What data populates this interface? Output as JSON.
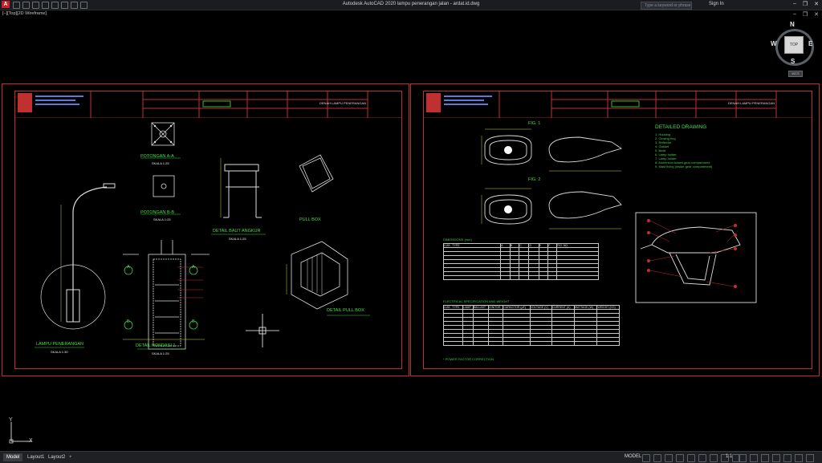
{
  "titlebar": {
    "app_letter": "A",
    "title": "Autodesk AutoCAD 2020   lampu penerangan jalan - ardat.id.dwg",
    "search_placeholder": "Type a keyword or phrase",
    "sign_in": "Sign In",
    "minimize": "–",
    "restore": "❐",
    "close": "✕",
    "doc_min": "–",
    "doc_restore": "❐",
    "doc_close": "✕"
  },
  "viewport": {
    "label": "[–][Top][2D Wireframe]"
  },
  "viewcube": {
    "top": "TOP",
    "north": "N",
    "south": "S",
    "east": "E",
    "west": "W",
    "wcs": "WCS"
  },
  "ucs": {
    "x": "X",
    "y": "Y"
  },
  "sheet_left": {
    "title_block": "DENAH LAMPU PENERANGAN",
    "labels": {
      "potongan_aa": "POTONGAN A-A",
      "skala_aa": "SKALA 1:25",
      "potongan_bb": "POTONGAN B-B",
      "skala_bb": "SKALA 1:25",
      "detail_baut": "DETAIL BAUT ANGKUR",
      "skala_baut": "SKALA 1:25",
      "pull_box": "PULL BOX",
      "detail_pull_box": "DETAIL PULL BOX",
      "lampu": "LAMPU PENERANGAN",
      "skala_lampu": "SKALA 1:30",
      "detail_pondasi": "DETAIL PONDASI 1",
      "skala_pondasi": "SKALA 1:25",
      "mark_a": "A",
      "mark_b": "B"
    }
  },
  "sheet_right": {
    "title_block": "DENAH LAMPU PENERANGAN",
    "fig1": "FIG. 1",
    "fig2": "FIG. 2",
    "detailed_title": "DETAILED DRAWING",
    "detailed_items": [
      "1. Housing",
      "2. Closing ring",
      "3. Reflector",
      "4. Gasket",
      "5. Bowl",
      "6. Lamp holder",
      "7. Lamp holder",
      "8. Aluminium based gear compartment",
      "9. Mast fixing (inside gear compartment)"
    ],
    "dimensions_title": "DIMENSIONS (mm)",
    "electrical_title": "ELECTRICAL SPECIFICATION AND WEIGHT",
    "power_factor": "* POWER FACTOR CORRECTION",
    "dim_headers": [
      "LUM - TYPE",
      "A",
      "B",
      "C",
      "D",
      "E",
      "F",
      "FIG. NO."
    ],
    "elec_headers": [
      "LUM - TYPE",
      "LAMP",
      "BALLAST",
      "IGNITOR",
      "CAPACITOR (μF)",
      "VOLTAGE (V)",
      "CURRENT (A)",
      "WATTAGE (W)",
      "WEIGHT (KG)"
    ]
  },
  "statusbar": {
    "tabs": [
      "Model",
      "Layout1",
      "Layout2"
    ],
    "plus": "+",
    "model_label": "MODEL",
    "scale": "1:1"
  }
}
